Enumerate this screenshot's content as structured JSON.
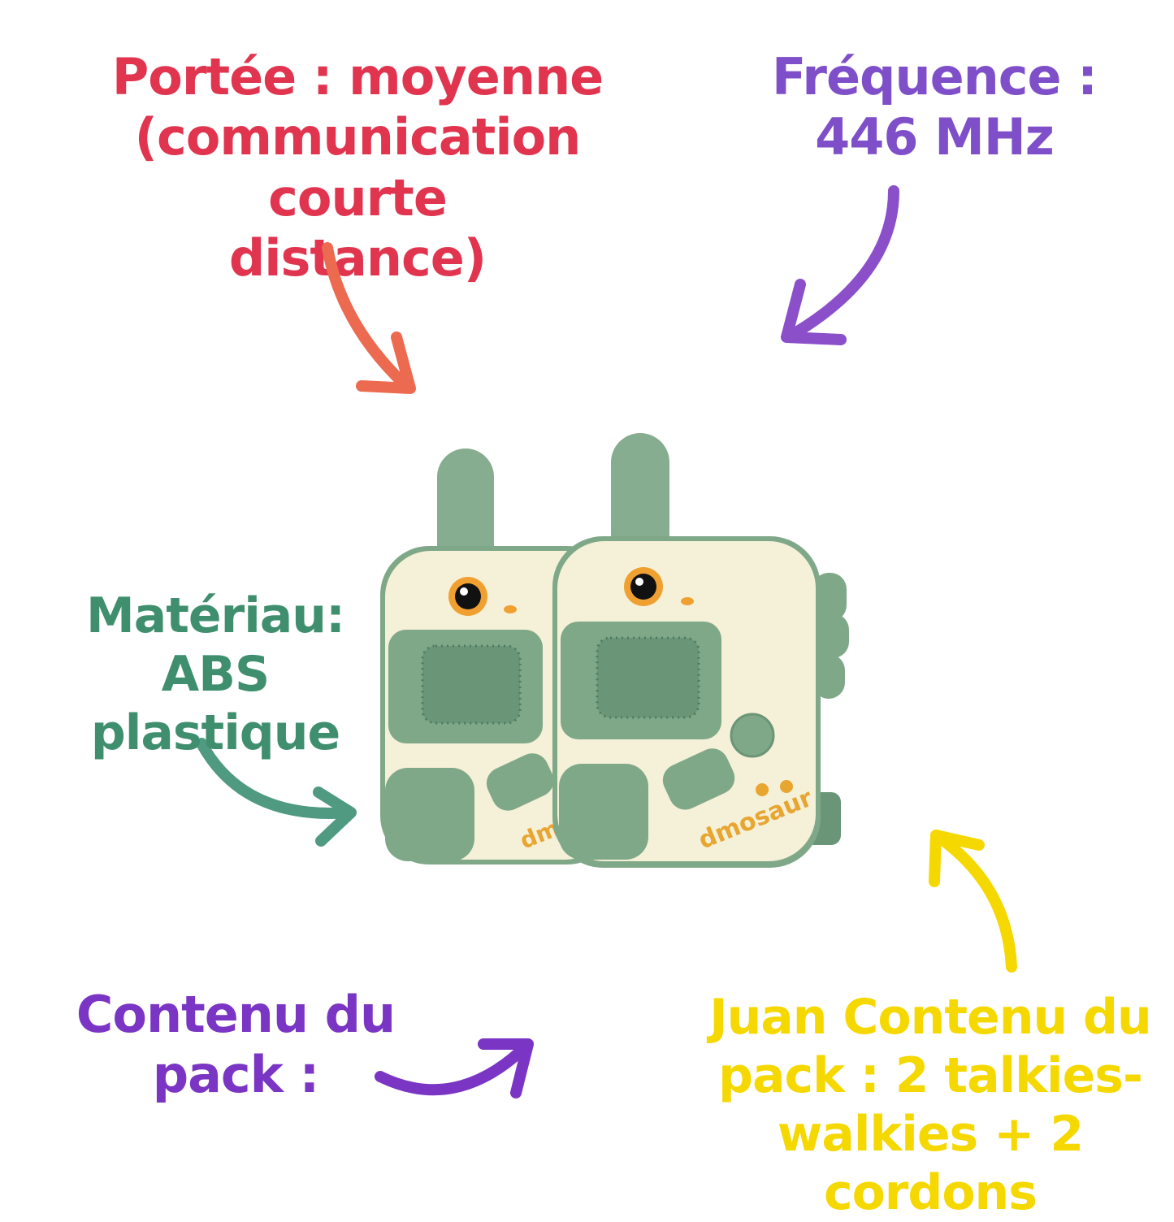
{
  "labels": {
    "range": {
      "lines": [
        "Portée : moyenne",
        "(communication courte",
        "distance)"
      ],
      "color": "#e0344f"
    },
    "frequency": {
      "lines": [
        "Fréquence :",
        "446 MHz"
      ],
      "color": "#7e4fc9"
    },
    "material": {
      "lines": [
        "Matériau:",
        "ABS plastique"
      ],
      "color": "#3f8f6e"
    },
    "pack": {
      "lines": [
        "Contenu du",
        "pack :"
      ],
      "color": "#7a35c4"
    },
    "pack_full": {
      "lines": [
        "Juan  Contenu du",
        "pack : 2 talkies-",
        "walkies + 2 cordons"
      ],
      "color": "#f5d800"
    }
  },
  "product": {
    "brand_logo": "dmosaur",
    "body_color": "#f5f0d8",
    "accent_color": "#7fa888",
    "logo_color": "#e8a530"
  },
  "arrows": {
    "range": "#ec6a4f",
    "frequency": "#8a4fc9",
    "material": "#4f9a80",
    "pack": "#7a35c4",
    "pack_full": "#f5d800"
  }
}
